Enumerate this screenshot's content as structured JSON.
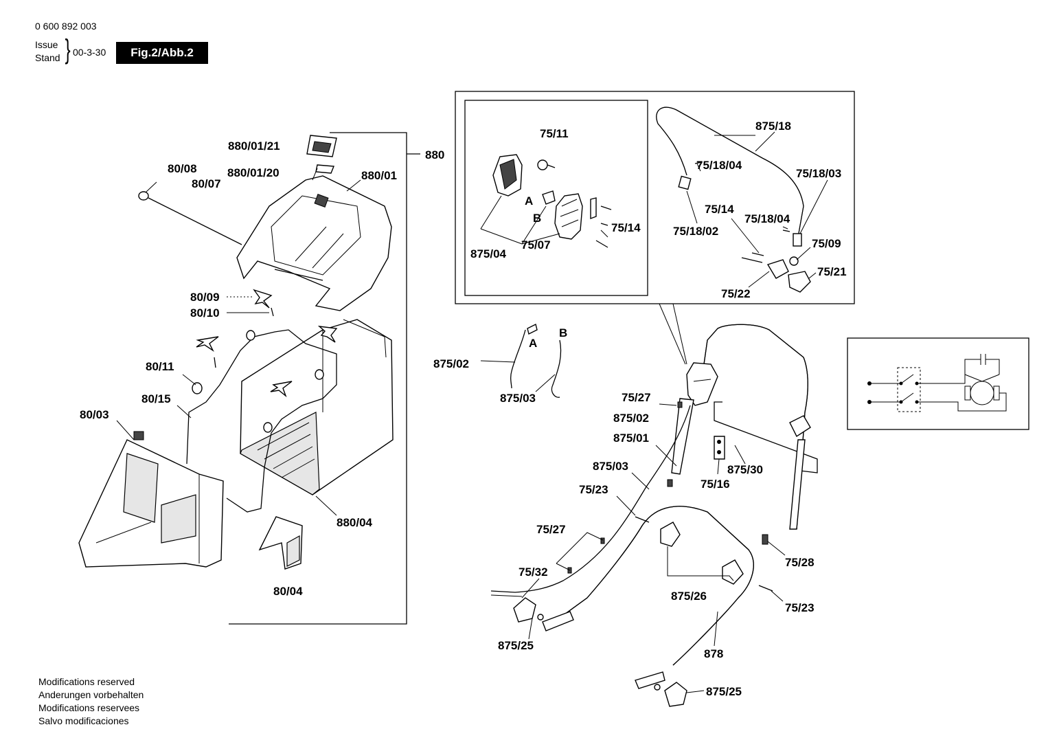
{
  "header": {
    "doc_number": "0 600 892 003",
    "issue_label": "Issue",
    "stand_label": "Stand",
    "issue_date": "00-3-30",
    "figure_badge": "Fig.2/Abb.2"
  },
  "labels": {
    "l880_01_21": "880/01/21",
    "l880": "880",
    "l80_08": "80/08",
    "l880_01_20": "880/01/20",
    "l80_07": "80/07",
    "l880_01": "880/01",
    "l80_09": "80/09",
    "l80_10": "80/10",
    "l80_11": "80/11",
    "l80_15": "80/15",
    "l80_03": "80/03",
    "l880_04": "880/04",
    "l80_04": "80/04",
    "l75_11": "75/11",
    "lA_inset": "A",
    "lB_inset": "B",
    "l75_14_inset": "75/14",
    "l75_07": "75/07",
    "l875_04": "875/04",
    "l875_18": "875/18",
    "l75_18_04_a": "75/18/04",
    "l75_18_03": "75/18/03",
    "l75_14": "75/14",
    "l75_18_04_b": "75/18/04",
    "l75_18_02": "75/18/02",
    "l75_09": "75/09",
    "l75_21": "75/21",
    "l75_22": "75/22",
    "l875_02_a": "875/02",
    "lA": "A",
    "lB": "B",
    "l875_03_a": "875/03",
    "l75_27_a": "75/27",
    "l875_02_b": "875/02",
    "l875_01": "875/01",
    "l875_03_b": "875/03",
    "l75_16": "75/16",
    "l875_30": "875/30",
    "l75_23_a": "75/23",
    "l75_27_b": "75/27",
    "l75_28": "75/28",
    "l75_32": "75/32",
    "l875_26": "875/26",
    "l75_23_b": "75/23",
    "l875_25_a": "875/25",
    "l878": "878",
    "l875_25_b": "875/25"
  },
  "footer": {
    "line1": "Modifications reserved",
    "line2": "Anderungen vorbehalten",
    "line3": "Modifications reservees",
    "line4": "Salvo modificaciones"
  }
}
